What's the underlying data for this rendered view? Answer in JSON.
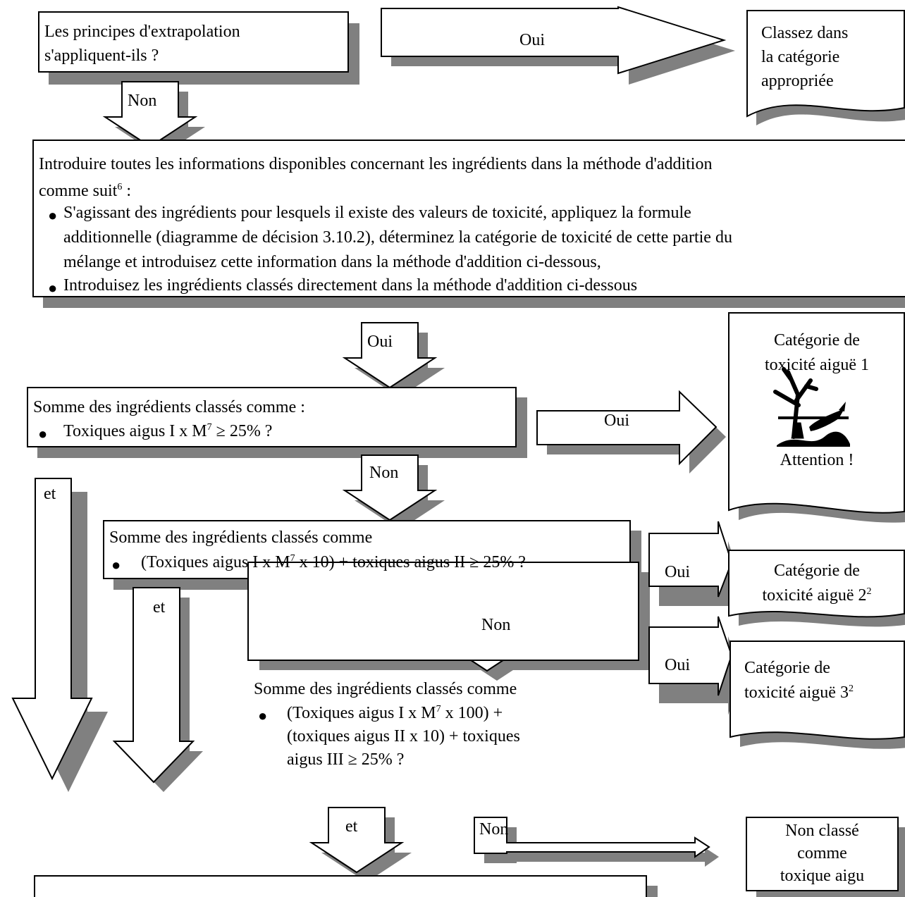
{
  "q1": {
    "line1": "Les principes d'extrapolation",
    "line2": "s'appliquent-ils ?"
  },
  "result_appropriate": {
    "line1": "Classez dans",
    "line2": "la catégorie",
    "line3": "appropriée"
  },
  "labels": {
    "yes": "Oui",
    "no": "Non",
    "and": "et"
  },
  "intro": {
    "line1": "Introduire toutes les informations disponibles concernant les ingrédients dans la méthode d'addition",
    "line2": "comme suit",
    "line2_sup": "6",
    "line2_end": " :",
    "bullet1_l1": "S'agissant des ingrédients pour lesquels il existe des valeurs de toxicité, appliquez la formule",
    "bullet1_l2": "additionnelle (diagramme de décision 3.10.2), déterminez la catégorie de toxicité de cette partie du",
    "bullet1_l3": "mélange et introduisez cette information dans la méthode d'addition ci-dessous,",
    "bullet2": "Introduisez les ingrédients classés directement dans la méthode d'addition ci-dessous"
  },
  "sum1": {
    "title": "Somme des ingrédients classés comme :",
    "pre": "Toxiques aigus I x M",
    "sup": "7",
    "post": " ≥ 25% ?"
  },
  "cat1": {
    "line1": "Catégorie de",
    "line2": "toxicité aiguë 1",
    "warning": "Attention !",
    "pictogram": "environment-hazard-icon"
  },
  "sum2": {
    "title": "Somme des ingrédients classés comme",
    "pre": "(Toxiques aigus I x M",
    "sup": "7",
    "post": " x 10) + toxiques aigus II ≥ 25% ?"
  },
  "cat2": {
    "line1": "Catégorie de",
    "line2": "toxicité aiguë 2",
    "sup": "2"
  },
  "sum3": {
    "title": "Somme des ingrédients classés comme",
    "l1_pre": "(Toxiques aigus I x M",
    "l1_sup": "7",
    "l1_post": " x 100) +",
    "l2": "(toxiques aigus II x 10) + toxiques",
    "l3": "aigus III ≥ 25% ?"
  },
  "cat3": {
    "line1": "Catégorie de",
    "line2": "toxicité aiguë 3",
    "sup": "2"
  },
  "not_classified": {
    "line1": "Non classé",
    "line2": "comme",
    "line3": "toxique aigu"
  }
}
